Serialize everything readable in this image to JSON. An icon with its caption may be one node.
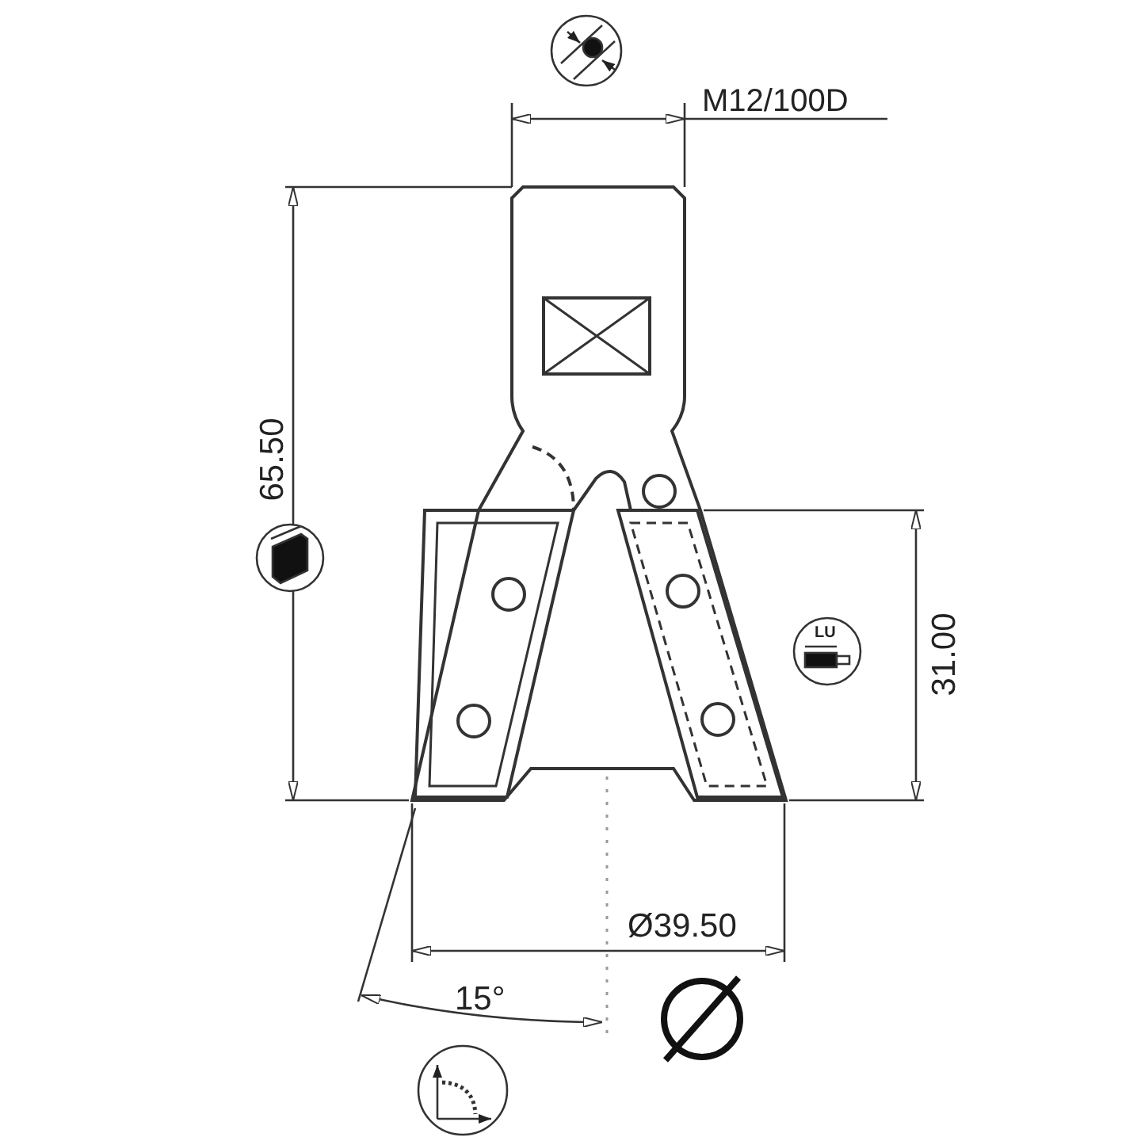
{
  "diagram": {
    "labels": [
      "M12/100D",
      "65.50",
      "LU",
      "31.00",
      "Ø39.50",
      "15°"
    ]
  }
}
